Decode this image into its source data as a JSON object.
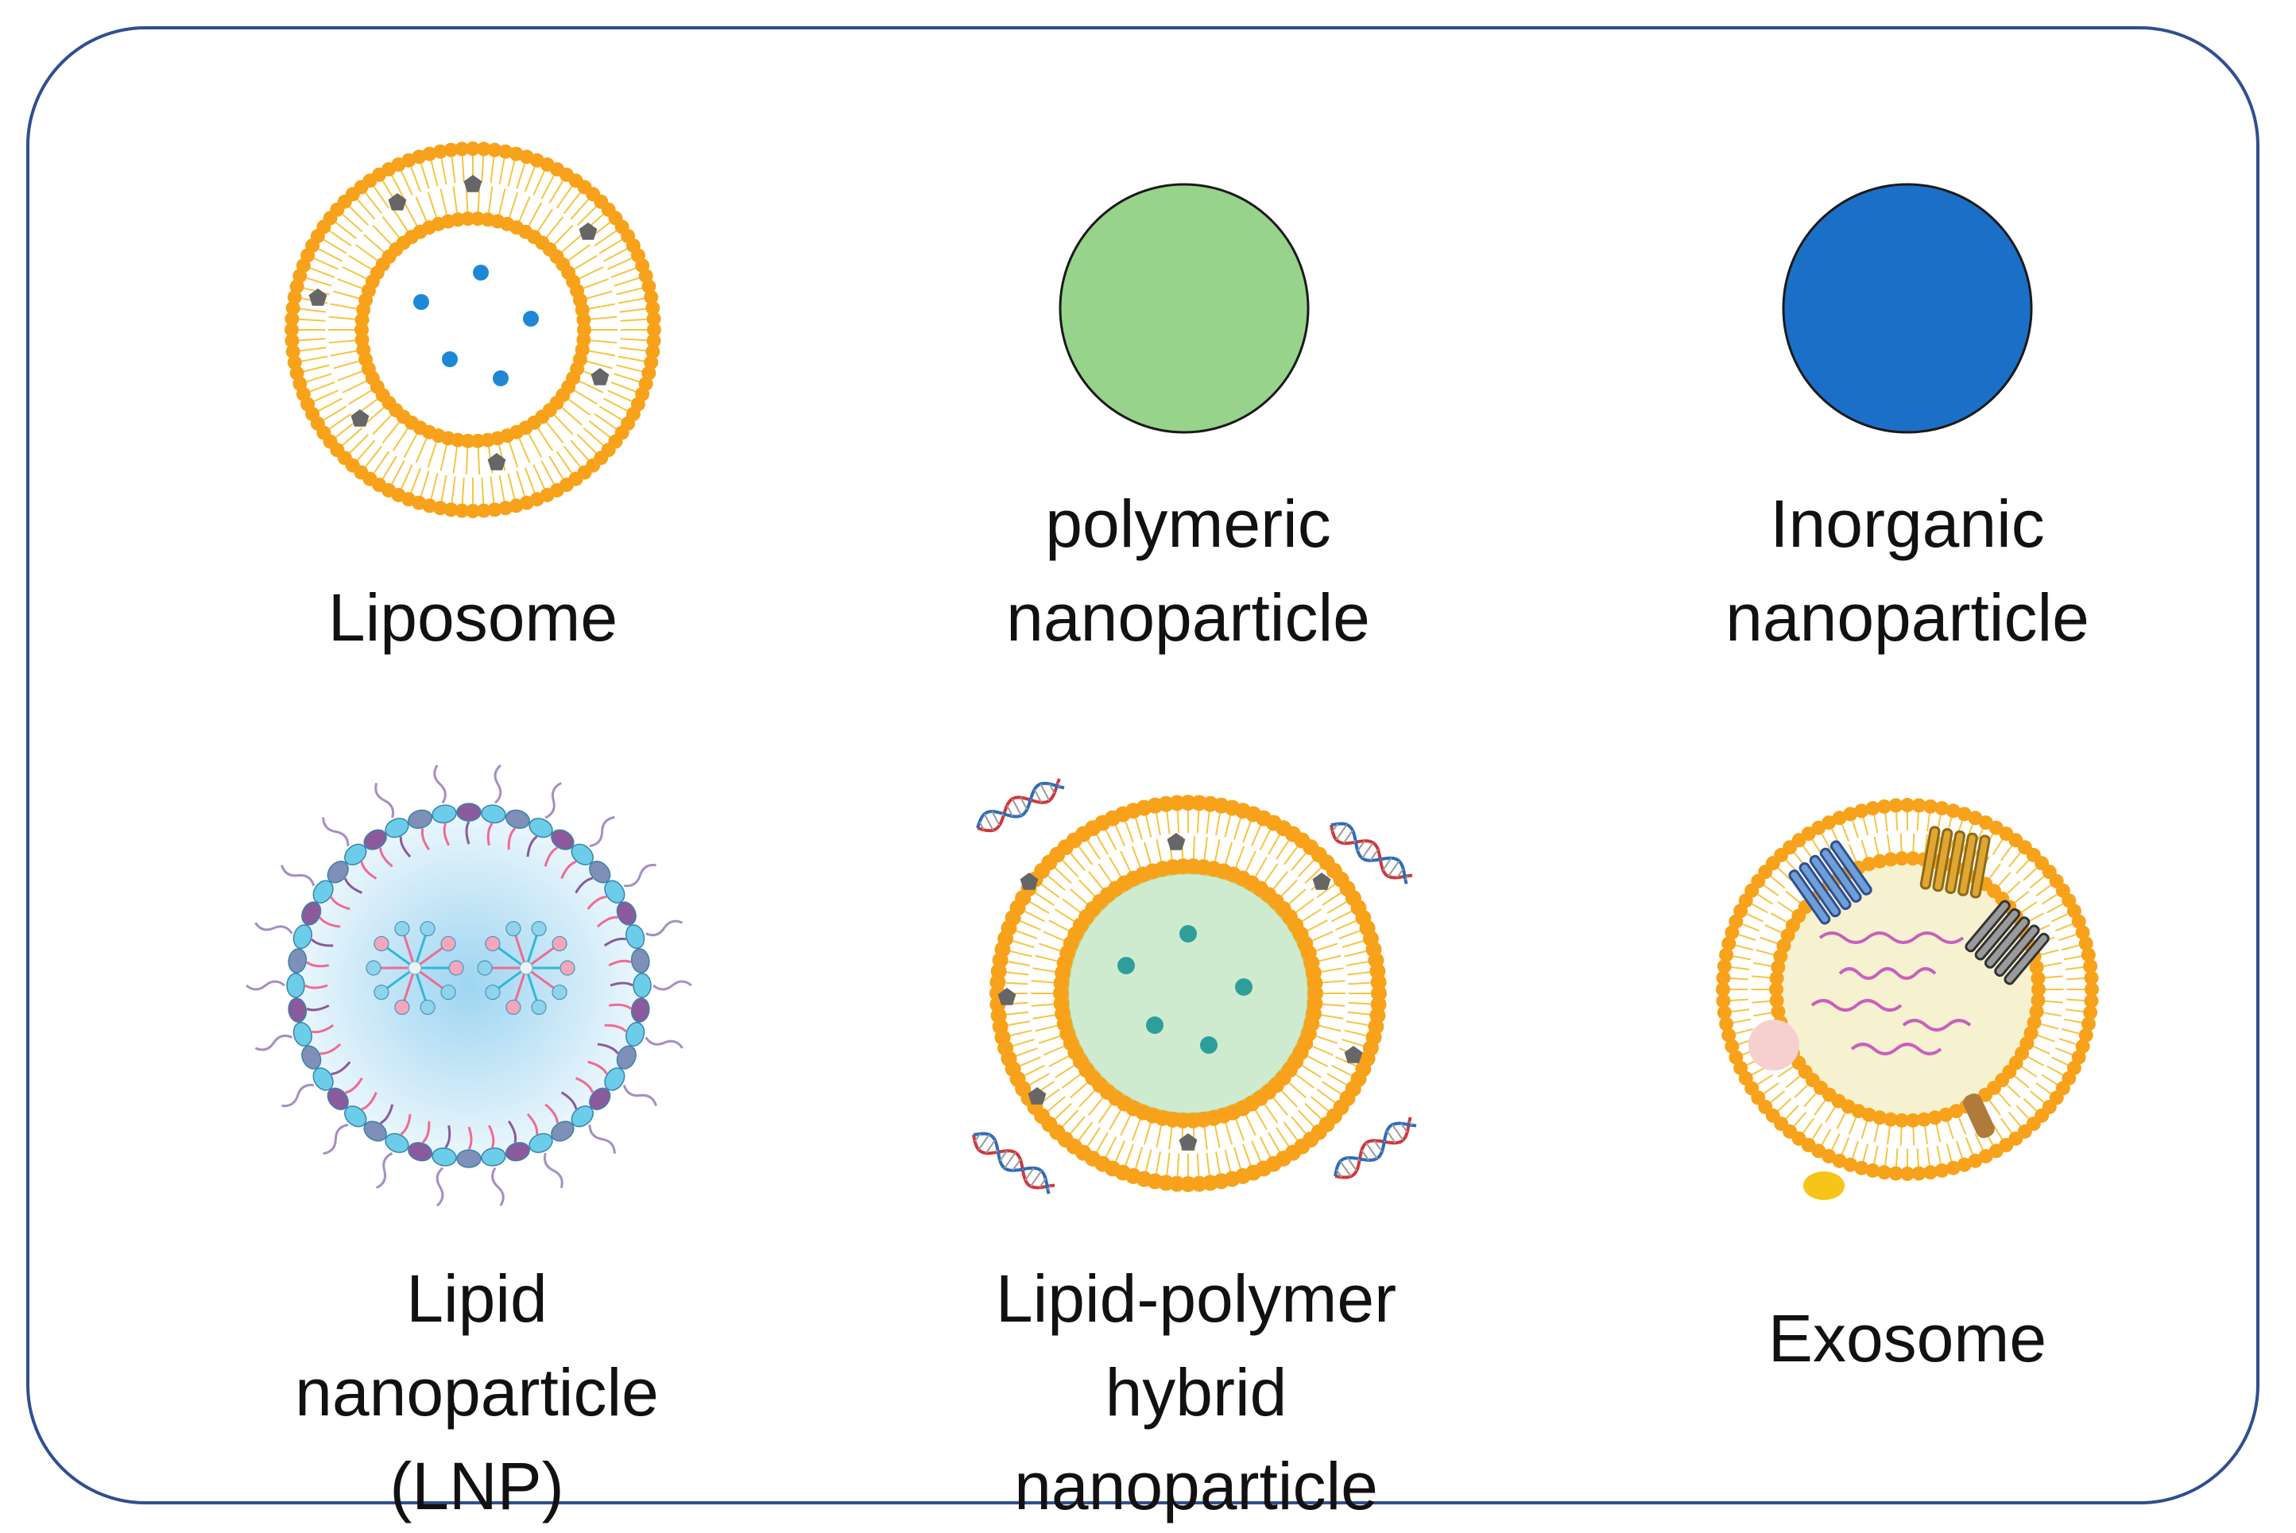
{
  "colors": {
    "frame_border": "#2F4F8F",
    "lipid_head": "#F7A21A",
    "lipid_tail": "#F5C542",
    "cargo_blue": "#1E88D6",
    "cargo_teal": "#2E9E9B",
    "cargo_pentagon": "#666666",
    "polymeric": "#97D38B",
    "inorganic": "#1B6FC6",
    "lnp_shell": "#6CCDEB",
    "lnp_shell_alt": "#8A5A9C",
    "lnp_core": "#D7EEF9",
    "lnp_pink": "#F06A93",
    "hybrid_core": "#CFEBCF",
    "exosome_core": "#F6F2CF",
    "exosome_rna": "#C85FBE",
    "dna_red": "#D2363A",
    "dna_blue": "#2F6DB5"
  },
  "panels": [
    {
      "id": "liposome",
      "icon": "liposome-icon",
      "label_lines": [
        "Liposome"
      ]
    },
    {
      "id": "polymeric",
      "icon": "polymeric-nanoparticle-icon",
      "label_lines": [
        "polymeric",
        "nanoparticle"
      ]
    },
    {
      "id": "inorganic",
      "icon": "inorganic-nanoparticle-icon",
      "label_lines": [
        "Inorganic",
        "nanoparticle"
      ]
    },
    {
      "id": "lnp",
      "icon": "lipid-nanoparticle-icon",
      "label_lines": [
        "Lipid nanoparticle",
        "(LNP)"
      ]
    },
    {
      "id": "hybrid",
      "icon": "lipid-polymer-hybrid-icon",
      "label_lines": [
        "Lipid-polymer hybrid",
        "nanoparticle"
      ]
    },
    {
      "id": "exosome",
      "icon": "exosome-icon",
      "label_lines": [
        "Exosome"
      ]
    }
  ]
}
